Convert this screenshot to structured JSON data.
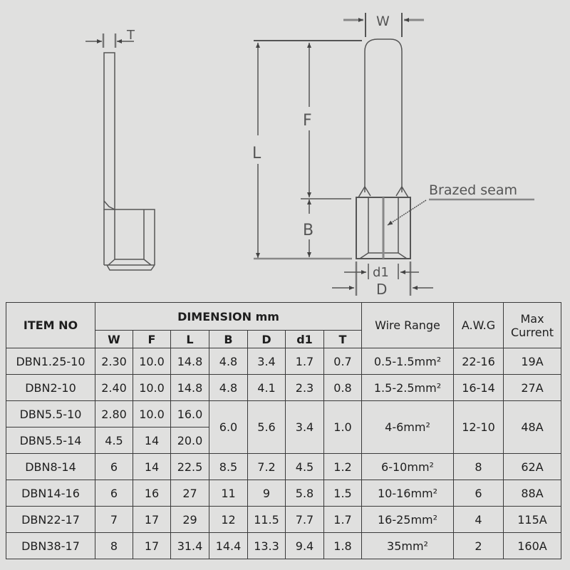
{
  "diagram": {
    "side_view": {
      "dimension_labels": {
        "thickness": "T"
      }
    },
    "front_view": {
      "dimension_labels": {
        "width": "W",
        "flat_length": "F",
        "total_length": "L",
        "barrel_length": "B",
        "inner_diameter": "d1",
        "outer_diameter": "D"
      },
      "annotation": "Brazed seam"
    },
    "colors": {
      "background": "#e0e0df",
      "line": "#555555",
      "table_border": "#3a3a3a"
    }
  },
  "table": {
    "headers": {
      "item_no": "ITEM NO",
      "dimension_group": "DIMENSION mm",
      "dimension_columns": [
        "W",
        "F",
        "L",
        "B",
        "D",
        "d1",
        "T"
      ],
      "wire_range": "Wire Range",
      "awg": "A.W.G",
      "max_current_line1": "Max",
      "max_current_line2": "Current"
    },
    "rows": [
      {
        "item": "DBN1.25-10",
        "W": "2.30",
        "F": "10.0",
        "L": "14.8",
        "B": "4.8",
        "D": "3.4",
        "d1": "1.7",
        "T": "0.7",
        "wire_range": "0.5-1.5mm²",
        "awg": "22-16",
        "max_current": "19A"
      },
      {
        "item": "DBN2-10",
        "W": "2.40",
        "F": "10.0",
        "L": "14.8",
        "B": "4.8",
        "D": "4.1",
        "d1": "2.3",
        "T": "0.8",
        "wire_range": "1.5-2.5mm²",
        "awg": "16-14",
        "max_current": "27A"
      },
      {
        "item": "DBN5.5-10",
        "W": "2.80",
        "F": "10.0",
        "L": "16.0",
        "B": "6.0",
        "D": "5.6",
        "d1": "3.4",
        "T": "1.0",
        "wire_range": "4-6mm²",
        "awg": "12-10",
        "max_current": "48A"
      },
      {
        "item": "DBN5.5-14",
        "W": "4.5",
        "F": "14",
        "L": "20.0"
      },
      {
        "item": "DBN8-14",
        "W": "6",
        "F": "14",
        "L": "22.5",
        "B": "8.5",
        "D": "7.2",
        "d1": "4.5",
        "T": "1.2",
        "wire_range": "6-10mm²",
        "awg": "8",
        "max_current": "62A"
      },
      {
        "item": "DBN14-16",
        "W": "6",
        "F": "16",
        "L": "27",
        "B": "11",
        "D": "9",
        "d1": "5.8",
        "T": "1.5",
        "wire_range": "10-16mm²",
        "awg": "6",
        "max_current": "88A"
      },
      {
        "item": "DBN22-17",
        "W": "7",
        "F": "17",
        "L": "29",
        "B": "12",
        "D": "11.5",
        "d1": "7.7",
        "T": "1.7",
        "wire_range": "16-25mm²",
        "awg": "4",
        "max_current": "115A"
      },
      {
        "item": "DBN38-17",
        "W": "8",
        "F": "17",
        "L": "31.4",
        "B": "14.4",
        "D": "13.3",
        "d1": "9.4",
        "T": "1.8",
        "wire_range": "35mm²",
        "awg": "2",
        "max_current": "160A"
      }
    ]
  }
}
